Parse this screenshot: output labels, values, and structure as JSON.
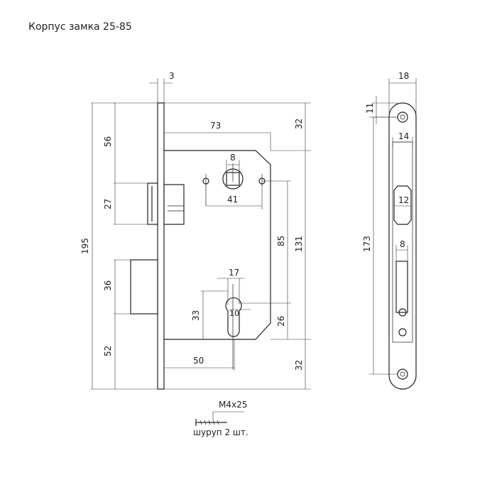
{
  "title": "Корпус замка 25-85",
  "dimensions": {
    "d3": "3",
    "d73": "73",
    "d32_top": "32",
    "d8": "8",
    "d41": "41",
    "d56": "56",
    "d27": "27",
    "d195": "195",
    "d85": "85",
    "d131": "131",
    "d17": "17",
    "d36": "36",
    "d33": "33",
    "d10": "10",
    "d26": "26",
    "d52": "52",
    "d50": "50",
    "d32_bottom": "32",
    "d18": "18",
    "d11": "11",
    "d14": "14",
    "d12": "12",
    "d173": "173",
    "d8_side": "8"
  },
  "screw": {
    "spec": "M4x25",
    "note": "шуруп 2 шт."
  }
}
